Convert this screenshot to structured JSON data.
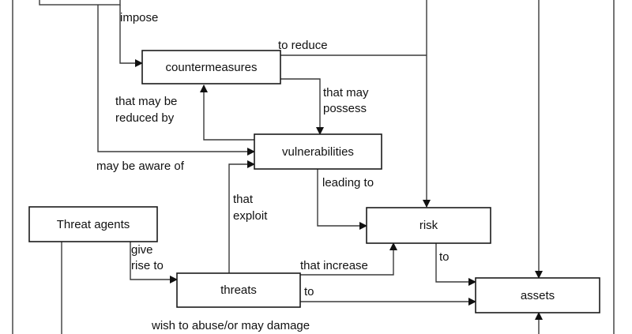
{
  "nodes": {
    "countermeasures": "countermeasures",
    "vulnerabilities": "vulnerabilities",
    "threat_agents": "Threat agents",
    "risk": "risk",
    "threats": "threats",
    "assets": "assets"
  },
  "edges": {
    "impose": "impose",
    "to_reduce": "to reduce",
    "that_may_possess_1": "that may",
    "that_may_possess_2": "possess",
    "reduced_by_1": "that may be",
    "reduced_by_2": "reduced by",
    "aware_of": "may be aware of",
    "leading_to": "leading to",
    "that_exploit_1": "that",
    "that_exploit_2": "exploit",
    "give_rise_1": "give",
    "give_rise_2": "rise to",
    "that_increase": "that increase",
    "risk_to": "to",
    "threats_to": "to",
    "wish_to_abuse": "wish to abuse/or may damage"
  },
  "colors": {
    "stroke": "#1a1a1a",
    "text": "#111111",
    "background": "#ffffff"
  }
}
